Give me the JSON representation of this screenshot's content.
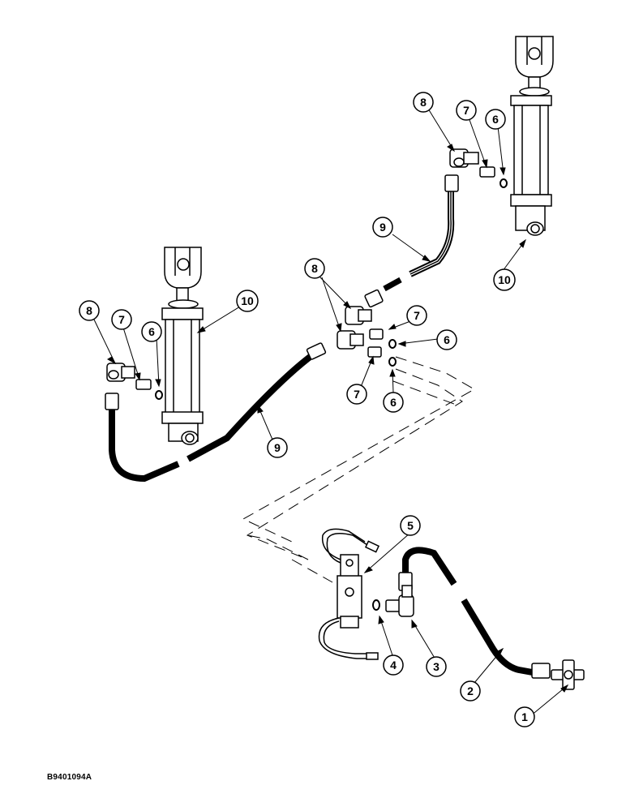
{
  "callouts": [
    {
      "id": "c-1",
      "label": "1"
    },
    {
      "id": "c-2",
      "label": "2"
    },
    {
      "id": "c-3",
      "label": "3"
    },
    {
      "id": "c-4",
      "label": "4"
    },
    {
      "id": "c-5",
      "label": "5"
    },
    {
      "id": "c-6a",
      "label": "6"
    },
    {
      "id": "c-6b",
      "label": "6"
    },
    {
      "id": "c-6c",
      "label": "6"
    },
    {
      "id": "c-6d",
      "label": "6"
    },
    {
      "id": "c-7a",
      "label": "7"
    },
    {
      "id": "c-7b",
      "label": "7"
    },
    {
      "id": "c-7c",
      "label": "7"
    },
    {
      "id": "c-7d",
      "label": "7"
    },
    {
      "id": "c-8a",
      "label": "8"
    },
    {
      "id": "c-8b",
      "label": "8"
    },
    {
      "id": "c-8c",
      "label": "8"
    },
    {
      "id": "c-9a",
      "label": "9"
    },
    {
      "id": "c-9b",
      "label": "9"
    },
    {
      "id": "c-10a",
      "label": "10"
    },
    {
      "id": "c-10b",
      "label": "10"
    }
  ],
  "figure_code": "B9401094A"
}
